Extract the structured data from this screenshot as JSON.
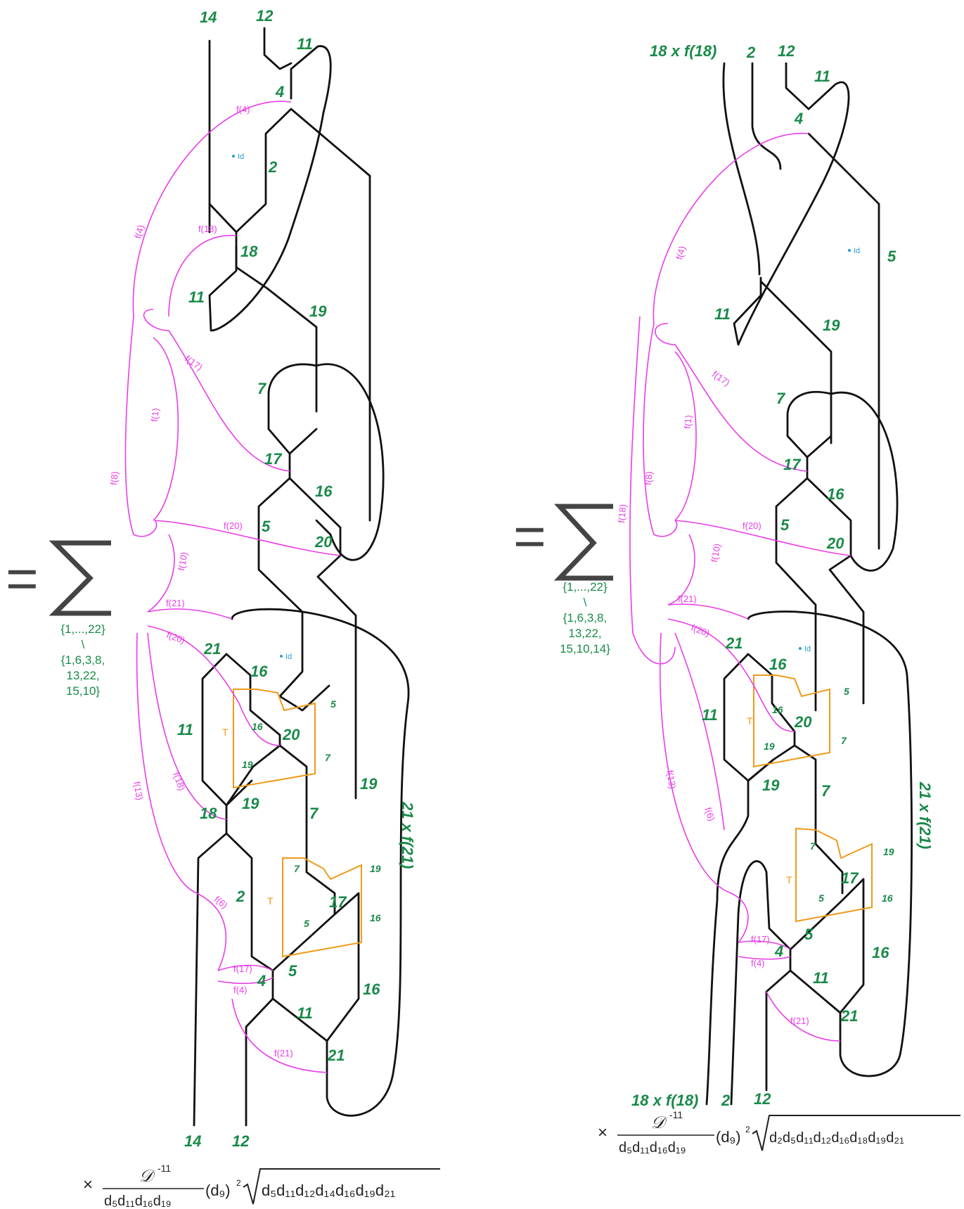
{
  "left": {
    "labels_top": [
      "14",
      "12"
    ],
    "labels_bottom": [
      "14",
      "12"
    ],
    "node_labels": [
      "11",
      "4",
      "2",
      "18",
      "11",
      "19",
      "7",
      "17",
      "16",
      "5",
      "20",
      "21",
      "16",
      "11",
      "20",
      "19",
      "7",
      "18",
      "19",
      "2",
      "17",
      "5",
      "4",
      "11",
      "21",
      "16",
      "21 x f(21)"
    ],
    "small_labels": [
      "16",
      "19",
      "5",
      "7",
      "7",
      "5",
      "19",
      "16"
    ],
    "f_labels": [
      "f(4)",
      "f(4)",
      "f(18)",
      "f(17)",
      "f(1)",
      "f(8)",
      "f(20)",
      "f(10)",
      "f(21)",
      "f(20)",
      "f(18)",
      "f(13)",
      "f(6)",
      "f(17)",
      "f(4)",
      "f(21)"
    ],
    "id_labels": [
      "Id",
      "Id"
    ],
    "t_labels": [
      "T",
      "T"
    ],
    "sum_set": [
      "{1,...,22}",
      "\\",
      "{1,6,3,8,",
      "13,22,",
      "15,10}"
    ],
    "formula": {
      "times": "×",
      "numerator": "𝒟",
      "numerator_exp": "-11",
      "denominator": "d₅d₁₁d₁₆d₁₉",
      "d9": "(d₉)",
      "d9_exp": "2",
      "sqrt": "d₅d₁₁d₁₂d₁₄d₁₆d₁₉d₂₁"
    }
  },
  "right": {
    "labels_top": [
      "18 x f(18)",
      "2",
      "12"
    ],
    "labels_bottom": [
      "18 x f(18)",
      "2",
      "12"
    ],
    "node_labels": [
      "11",
      "4",
      "5",
      "11",
      "19",
      "7",
      "17",
      "16",
      "5",
      "20",
      "21",
      "16",
      "11",
      "20",
      "19",
      "7",
      "17",
      "5",
      "4",
      "11",
      "21",
      "16",
      "21 x f(21)"
    ],
    "small_labels": [
      "16",
      "19",
      "5",
      "7",
      "7",
      "5",
      "19",
      "16"
    ],
    "f_labels": [
      "f(4)",
      "f(17)",
      "f(1)",
      "f(8)",
      "f(18)",
      "f(20)",
      "f(10)",
      "f(21)",
      "f(20)",
      "f(13)",
      "f(6)",
      "f(17)",
      "f(4)",
      "f(21)"
    ],
    "id_labels": [
      "Id",
      "Id"
    ],
    "t_labels": [
      "T",
      "T"
    ],
    "sum_set": [
      "{1,...,22}",
      "\\",
      "{1,6,3,8,",
      "13,22,",
      "15,10,14}"
    ],
    "formula": {
      "times": "×",
      "numerator": "𝒟",
      "numerator_exp": "-11",
      "denominator": "d₅d₁₁d₁₆d₁₉",
      "d9": "(d₉)",
      "d9_exp": "2",
      "sqrt": "d₂d₅d₁₁d₁₂d₁₆d₁₈d₁₉d₂₁"
    }
  },
  "equals": "=",
  "colors": {
    "wire": "#111111",
    "label": "#1a8a4a",
    "fusion": "#e83ee8",
    "tube": "#ef9a1a",
    "id": "#2a9ad8"
  }
}
